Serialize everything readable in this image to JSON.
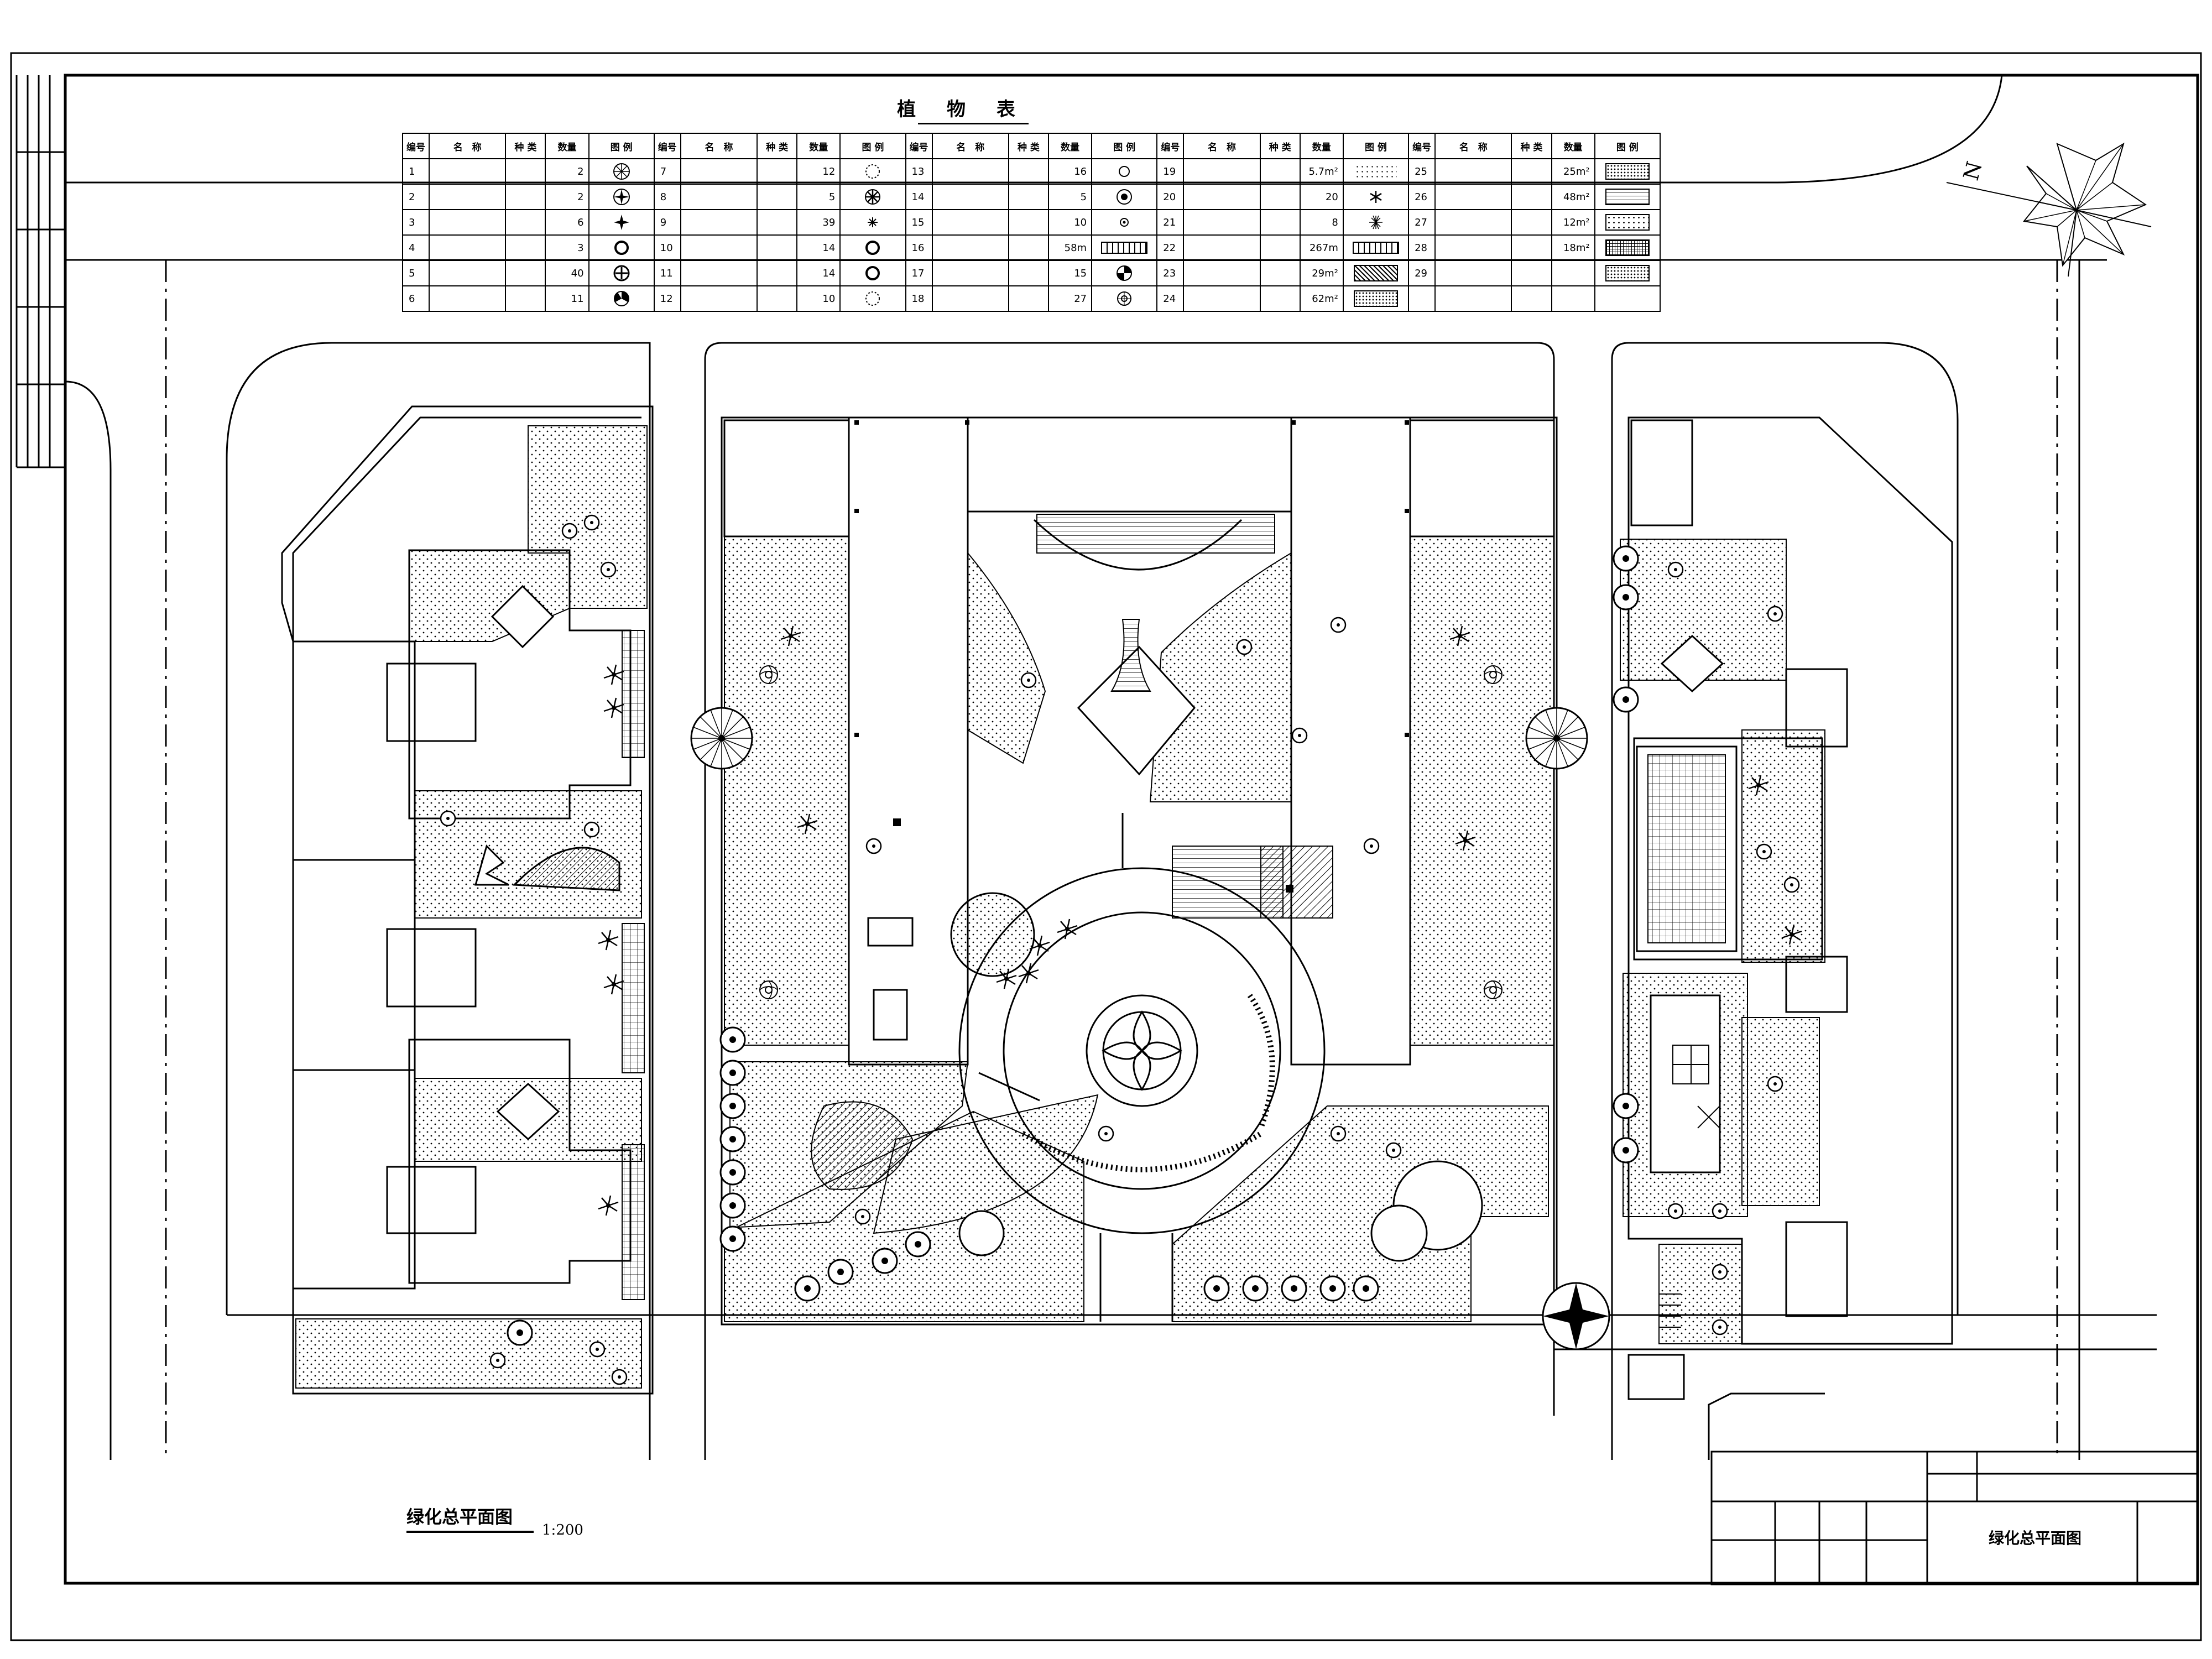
{
  "table": {
    "title": "植 物 表",
    "headers": [
      "编号",
      "名　称",
      "种 类",
      "数量",
      "图 例"
    ],
    "rows": [
      [
        {
          "no": "1",
          "qty": "2",
          "sym": "tree-a"
        },
        {
          "no": "7",
          "qty": "12",
          "sym": "ring-dash"
        },
        {
          "no": "13",
          "qty": "16",
          "sym": "ring-small"
        },
        {
          "no": "19",
          "qty": "5.7m²",
          "sym": "grass-patch"
        },
        {
          "no": "25",
          "qty": "25m²",
          "sym": "dots"
        }
      ],
      [
        {
          "no": "2",
          "qty": "2",
          "sym": "tree-b"
        },
        {
          "no": "8",
          "qty": "5",
          "sym": "star-tree"
        },
        {
          "no": "14",
          "qty": "5",
          "sym": "tree-c"
        },
        {
          "no": "20",
          "qty": "20",
          "sym": "asterisk"
        },
        {
          "no": "26",
          "qty": "48m²",
          "sym": "brick"
        }
      ],
      [
        {
          "no": "3",
          "qty": "6",
          "sym": "tree-d"
        },
        {
          "no": "9",
          "qty": "39",
          "sym": "snow"
        },
        {
          "no": "15",
          "qty": "10",
          "sym": "dot-ring"
        },
        {
          "no": "21",
          "qty": "8",
          "sym": "burst"
        },
        {
          "no": "27",
          "qty": "12m²",
          "sym": "wave"
        }
      ],
      [
        {
          "no": "4",
          "qty": "3",
          "sym": "ring-bold"
        },
        {
          "no": "10",
          "qty": "14",
          "sym": "ring-bold"
        },
        {
          "no": "16",
          "qty": "58m",
          "sym": "hedge"
        },
        {
          "no": "22",
          "qty": "267m",
          "sym": "hedge2"
        },
        {
          "no": "28",
          "qty": "18m²",
          "sym": "cross"
        }
      ],
      [
        {
          "no": "5",
          "qty": "40",
          "sym": "tree-e"
        },
        {
          "no": "11",
          "qty": "14",
          "sym": "ring-bold"
        },
        {
          "no": "17",
          "qty": "15",
          "sym": "tree-f"
        },
        {
          "no": "23",
          "qty": "29m²",
          "sym": "hatch"
        },
        {
          "no": "29",
          "qty": "",
          "sym": "dots2"
        }
      ],
      [
        {
          "no": "6",
          "qty": "11",
          "sym": "tree-g"
        },
        {
          "no": "12",
          "qty": "10",
          "sym": "ring-dash"
        },
        {
          "no": "18",
          "qty": "27",
          "sym": "flower"
        },
        {
          "no": "24",
          "qty": "62m²",
          "sym": "dots"
        },
        {
          "no": "",
          "qty": "",
          "sym": "none"
        }
      ]
    ]
  },
  "compass": {
    "letter": "N"
  },
  "plan": {
    "title": "绿化总平面图",
    "scale": "1:200"
  },
  "title_block": {
    "title": "绿化总平面图"
  }
}
